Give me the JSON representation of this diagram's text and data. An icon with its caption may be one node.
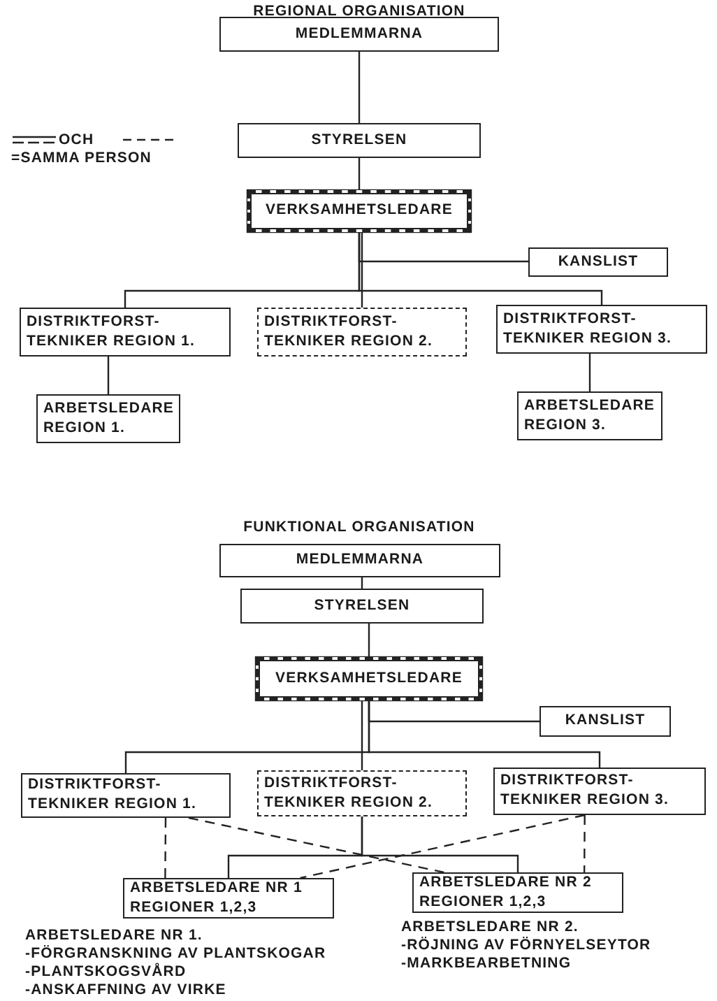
{
  "diagram": {
    "nodes": [
      {
        "text": [
          "MEDLEMMARNA"
        ]
      },
      {
        "text": [
          "STYRELSEN"
        ]
      },
      {
        "text": [
          "VERKSAMHETSLEDARE"
        ]
      },
      {
        "text": [
          "KANSLIST"
        ]
      },
      {
        "text": [
          "DISTRIKTFORST- TEKNIKER REGION 1."
        ]
      },
      {
        "text": [
          "DISTRIKTFORST- TEKNIKER REGION 2."
        ]
      },
      {
        "text": [
          "DISTRIKTFORST- TEKNIKER REGION 3."
        ]
      },
      {
        "text": [
          "ARBETSLEDARE REGION 1."
        ]
      },
      {
        "text": [
          "ARBETSLEDARE REGION 3."
        ]
      },
      {
        "text": [
          "MEDLEMMARNA"
        ]
      },
      {
        "text": [
          "STYRELSEN"
        ]
      },
      {
        "text": [
          "VERKSAMHETSLEDARE"
        ]
      },
      {
        "text": [
          "KANSLIST"
        ]
      },
      {
        "text": [
          "DISTRIKTFORST- TEKNIKER REGION 1."
        ]
      },
      {
        "text": [
          "DISTRIKTFORST- TEKNIKER REGION 2."
        ]
      },
      {
        "text": [
          "DISTRIKTFORST- TEKNIKER REGION 3."
        ]
      },
      {
        "text": [
          "ARBETSLEDARE NR 1 REGIONER 1,2,3"
        ]
      },
      {
        "text": [
          "ARBETSLEDARE NR 2 REGIONER 1,2,3"
        ]
      }
    ],
    "edges": [
      {
        "from": 0,
        "to": 1,
        "arrow": "none"
      },
      {
        "from": 1,
        "to": 2,
        "arrow": "none"
      },
      {
        "from": 2,
        "to": 3,
        "arrow": "none"
      },
      {
        "from": 2,
        "to": 4,
        "arrow": "none"
      },
      {
        "from": 2,
        "to": 5,
        "arrow": "none"
      },
      {
        "from": 2,
        "to": 6,
        "arrow": "none"
      },
      {
        "from": 4,
        "to": 7,
        "arrow": "none"
      },
      {
        "from": 6,
        "to": 8,
        "arrow": "none"
      },
      {
        "from": 9,
        "to": 10,
        "arrow": "none"
      },
      {
        "from": 10,
        "to": 11,
        "arrow": "none"
      },
      {
        "from": 11,
        "to": 12,
        "arrow": "none"
      },
      {
        "from": 11,
        "to": 13,
        "arrow": "none"
      },
      {
        "from": 11,
        "to": 14,
        "arrow": "none"
      },
      {
        "from": 11,
        "to": 15,
        "arrow": "none"
      },
      {
        "from": 14,
        "to": 16,
        "arrow": "none"
      },
      {
        "from": 14,
        "to": 17,
        "arrow": "none"
      },
      {
        "from": 13,
        "to": 16,
        "arrow": "none",
        "style": "dashed"
      },
      {
        "from": 13,
        "to": 17,
        "arrow": "none",
        "style": "dashed"
      },
      {
        "from": 15,
        "to": 16,
        "arrow": "none",
        "style": "dashed"
      },
      {
        "from": 15,
        "to": 17,
        "arrow": "none",
        "style": "dashed"
      }
    ],
    "labels": [
      "REGIONAL ORGANISATION",
      "OCH",
      "=SAMMA PERSON",
      "FUNKTIONAL ORGANISATION",
      "ARBETSLEDARE NR 1.",
      "-FÖRGRANSKNING AV PLANTSKOGAR",
      "-PLANTSKOGSVÅRD",
      "-ANSKAFFNING AV VIRKE",
      "ARBETSLEDARE NR 2.",
      "-RÖJNING AV FÖRNYELSEYTOR",
      "-MARKBEARBETNING"
    ]
  }
}
